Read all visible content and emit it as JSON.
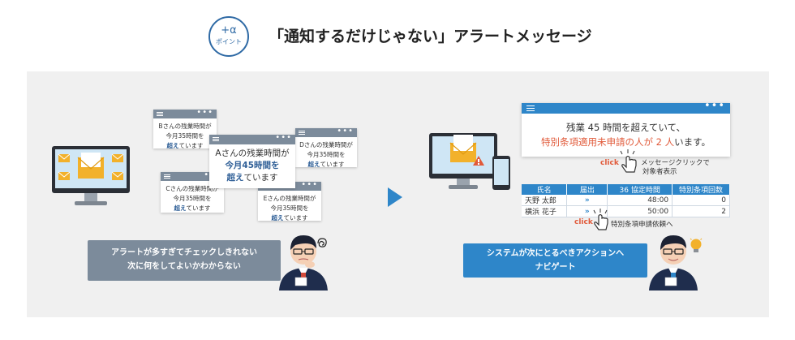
{
  "header": {
    "badge_line1": "+α",
    "badge_line2": "ポイント",
    "title": "「通知するだけじゃない」アラートメッセージ"
  },
  "left": {
    "cards": [
      {
        "line1": "Bさんの残業時間が",
        "line2": "今月35時間を",
        "line3a": "超え",
        "line3b": "ています"
      },
      {
        "line1": "Aさんの残業時間が",
        "line2": "今月45時間を",
        "line3a": "超え",
        "line3b": "ています"
      },
      {
        "line1": "Dさんの残業時間が",
        "line2": "今月35時間を",
        "line3a": "超え",
        "line3b": "ています"
      },
      {
        "line1": "Cさんの残業時間が",
        "line2": "今月35時間を",
        "line3a": "超え",
        "line3b": "ています"
      },
      {
        "line1": "Eさんの残業時間が",
        "line2": "今月35時間を",
        "line3a": "超え",
        "line3b": "ています"
      }
    ],
    "bubble_line1": "アラートが多すぎてチェックしきれない",
    "bubble_line2": "次に何をしてよいかわからない"
  },
  "right": {
    "message_line1": "残業 45 時間を超えていて、",
    "message_line2_red": "特別条項適用未申請の人が 2 人",
    "message_line2_rest": "います。",
    "click_label_1": "click",
    "note_1_line1": "メッセージクリックで",
    "note_1_line2": "対象者表示",
    "table": {
      "headers": [
        "氏名",
        "届出",
        "36 協定時間",
        "特別条項回数"
      ],
      "rows": [
        {
          "name": "天野 太郎",
          "flag": "»",
          "hours": "48:00",
          "count": "0"
        },
        {
          "name": "横浜 花子",
          "flag": "»",
          "hours": "50:00",
          "count": "2"
        }
      ]
    },
    "click_label_2": "click",
    "note_2": "特別条項申請依頼へ",
    "bubble_line1": "システムが次にとるべきアクションへ",
    "bubble_line2": "ナビゲート"
  },
  "colors": {
    "accent": "#2e86c9",
    "alert_red": "#e15a3a",
    "card_bar": "#7c8b9b",
    "panel_bg": "#f0f0f0"
  }
}
